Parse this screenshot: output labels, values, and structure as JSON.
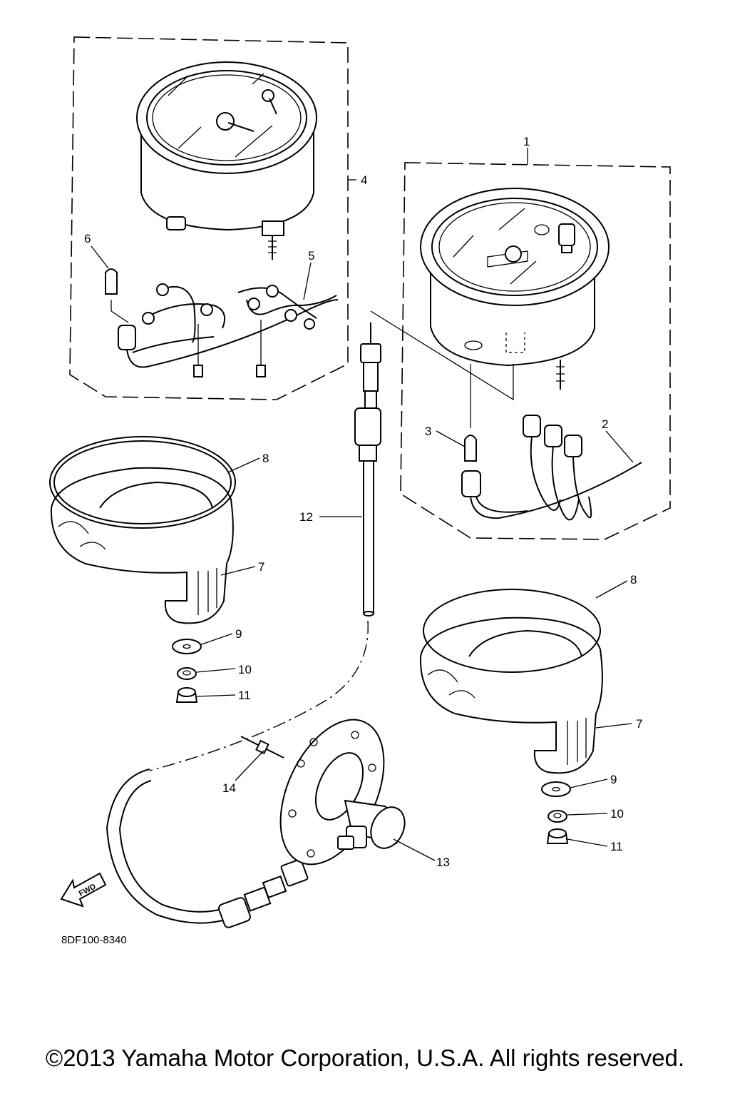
{
  "diagram": {
    "callouts": {
      "c1": "1",
      "c2": "2",
      "c3": "3",
      "c4": "4",
      "c5": "5",
      "c6": "6",
      "c7a": "7",
      "c8a": "8",
      "c9a": "9",
      "c10a": "10",
      "c11a": "11",
      "c12": "12",
      "c7b": "7",
      "c8b": "8",
      "c9b": "9",
      "c10b": "10",
      "c11b": "11",
      "c13": "13",
      "c14": "14"
    },
    "fwd_label": "FWD",
    "drawing_code": "8DF100-8340"
  },
  "footer": {
    "copyright": "©2013 Yamaha Motor Corporation, U.S.A. All rights reserved."
  }
}
